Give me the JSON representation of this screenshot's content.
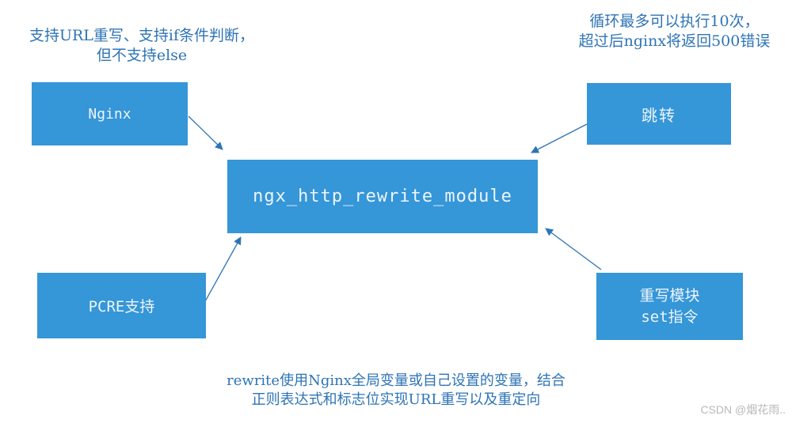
{
  "nodes": {
    "center": "ngx_http_rewrite_module",
    "nginx": "Nginx",
    "jump": "跳转",
    "pcre": "PCRE支持",
    "rewrite_set_line1": "重写模块",
    "rewrite_set_line2": "set指令"
  },
  "notes": {
    "top_left_line1": "支持URL重写、支持if条件判断，",
    "top_left_line2": "但不支持else",
    "top_right_line1": "循环最多可以执行10次，",
    "top_right_line2": "超过后nginx将返回500错误",
    "bottom_line1": "rewrite使用Nginx全局变量或自己设置的变量，结合",
    "bottom_line2": "正则表达式和标志位实现URL重写以及重定向"
  },
  "watermark": "CSDN @烟花雨..",
  "colors": {
    "box_fill": "#3596d8",
    "box_text": "#eef5fb",
    "arrow": "#2e74b5",
    "note_text": "#2e74b5",
    "watermark_text": "#b8b8b8",
    "background": "#ffffff"
  }
}
